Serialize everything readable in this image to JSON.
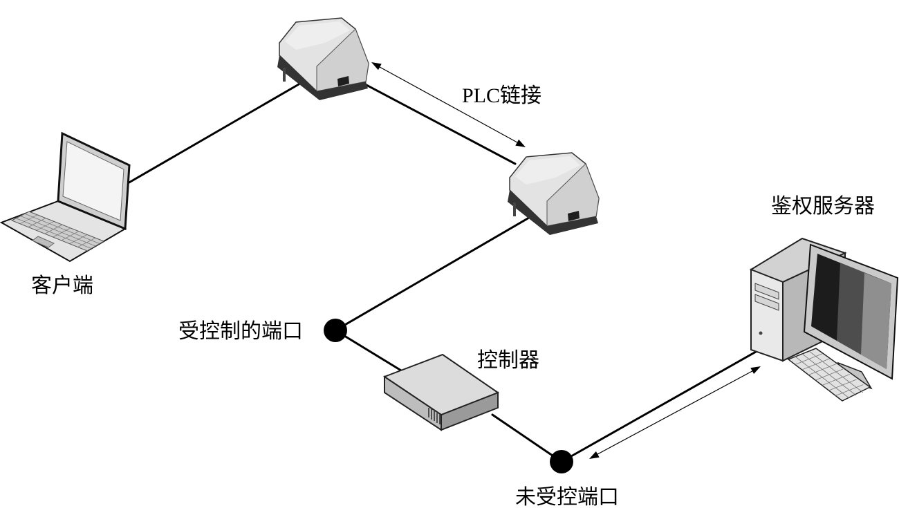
{
  "diagram": {
    "labels": {
      "plc_link": "PLC链接",
      "client": "客户端",
      "controlled_port": "受控制的端口",
      "controller": "控制器",
      "uncontrolled_port": "未受控端口",
      "auth_server": "鉴权服务器"
    },
    "icons": {
      "client": "laptop-icon",
      "plc_adapter_1": "plc-adapter-icon",
      "plc_adapter_2": "plc-adapter-icon",
      "controller": "network-switch-icon",
      "auth_server": "desktop-computer-icon",
      "controlled_port": "port-dot-icon",
      "uncontrolled_port": "port-dot-icon"
    },
    "colors": {
      "line": "#000000",
      "port_dot": "#000000",
      "background": "#ffffff"
    }
  }
}
